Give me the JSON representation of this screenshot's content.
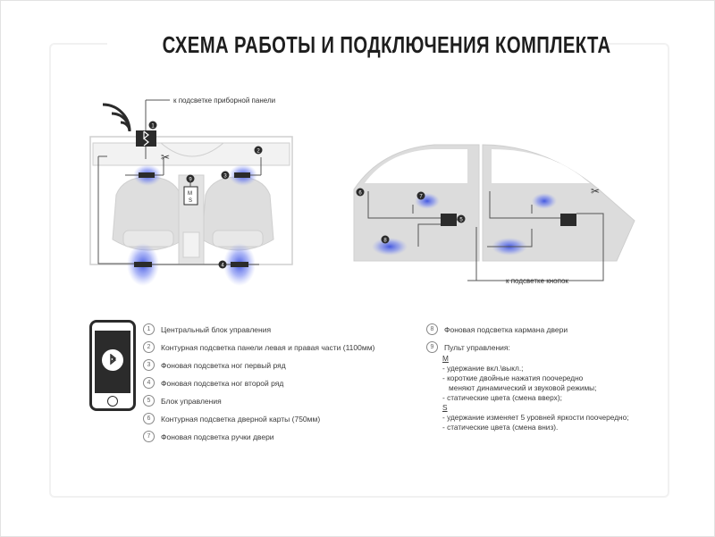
{
  "title": "СХЕМА РАБОТЫ И ПОДКЛЮЧЕНИЯ КОМПЛЕКТА",
  "callouts": {
    "dashboard": "к подсветке приборной панели",
    "buttons": "к подсветке кнопок"
  },
  "remote_labels": {
    "m": "M",
    "s": "S"
  },
  "marker_numbers": [
    "1",
    "2",
    "3",
    "4",
    "5",
    "6",
    "7",
    "8",
    "9"
  ],
  "legend_left": [
    {
      "num": "1",
      "text": "Центральный блок управления"
    },
    {
      "num": "2",
      "text": "Контурная подсветка  панели левая и правая части (1100мм)"
    },
    {
      "num": "3",
      "text": "Фоновая подсветка ног первый ряд"
    },
    {
      "num": "4",
      "text": "Фоновая подсветка ног второй ряд"
    },
    {
      "num": "5",
      "text": "Блок  управления"
    },
    {
      "num": "6",
      "text": "Контурная подсветка  дверной карты (750мм)"
    },
    {
      "num": "7",
      "text": "Фоновая подсветка ручки двери"
    }
  ],
  "legend_right": [
    {
      "num": "8",
      "text": "Фоновая подсветка кармана двери"
    },
    {
      "num": "9",
      "text": "Пульт управления:"
    }
  ],
  "remote_desc": [
    "M",
    "- удержание вкл.\\выкл.;",
    "- короткие двойные нажатия поочередно",
    "  меняют динамический и звуковой режимы;",
    "- статические цвета (смена вверх);",
    "S",
    "- удержание изменяет 5 уровней яркости поочередно;",
    "- статические цвета (смена вниз)."
  ],
  "colors": {
    "accent_blue": "#2f45c8",
    "glow": "#5a6cf0",
    "car_gray": "#dcdcdc",
    "dark": "#2b2b2b"
  },
  "icons": [
    "wifi-signal-icon",
    "bluetooth-icon",
    "scissors-icon",
    "smartphone-icon"
  ]
}
